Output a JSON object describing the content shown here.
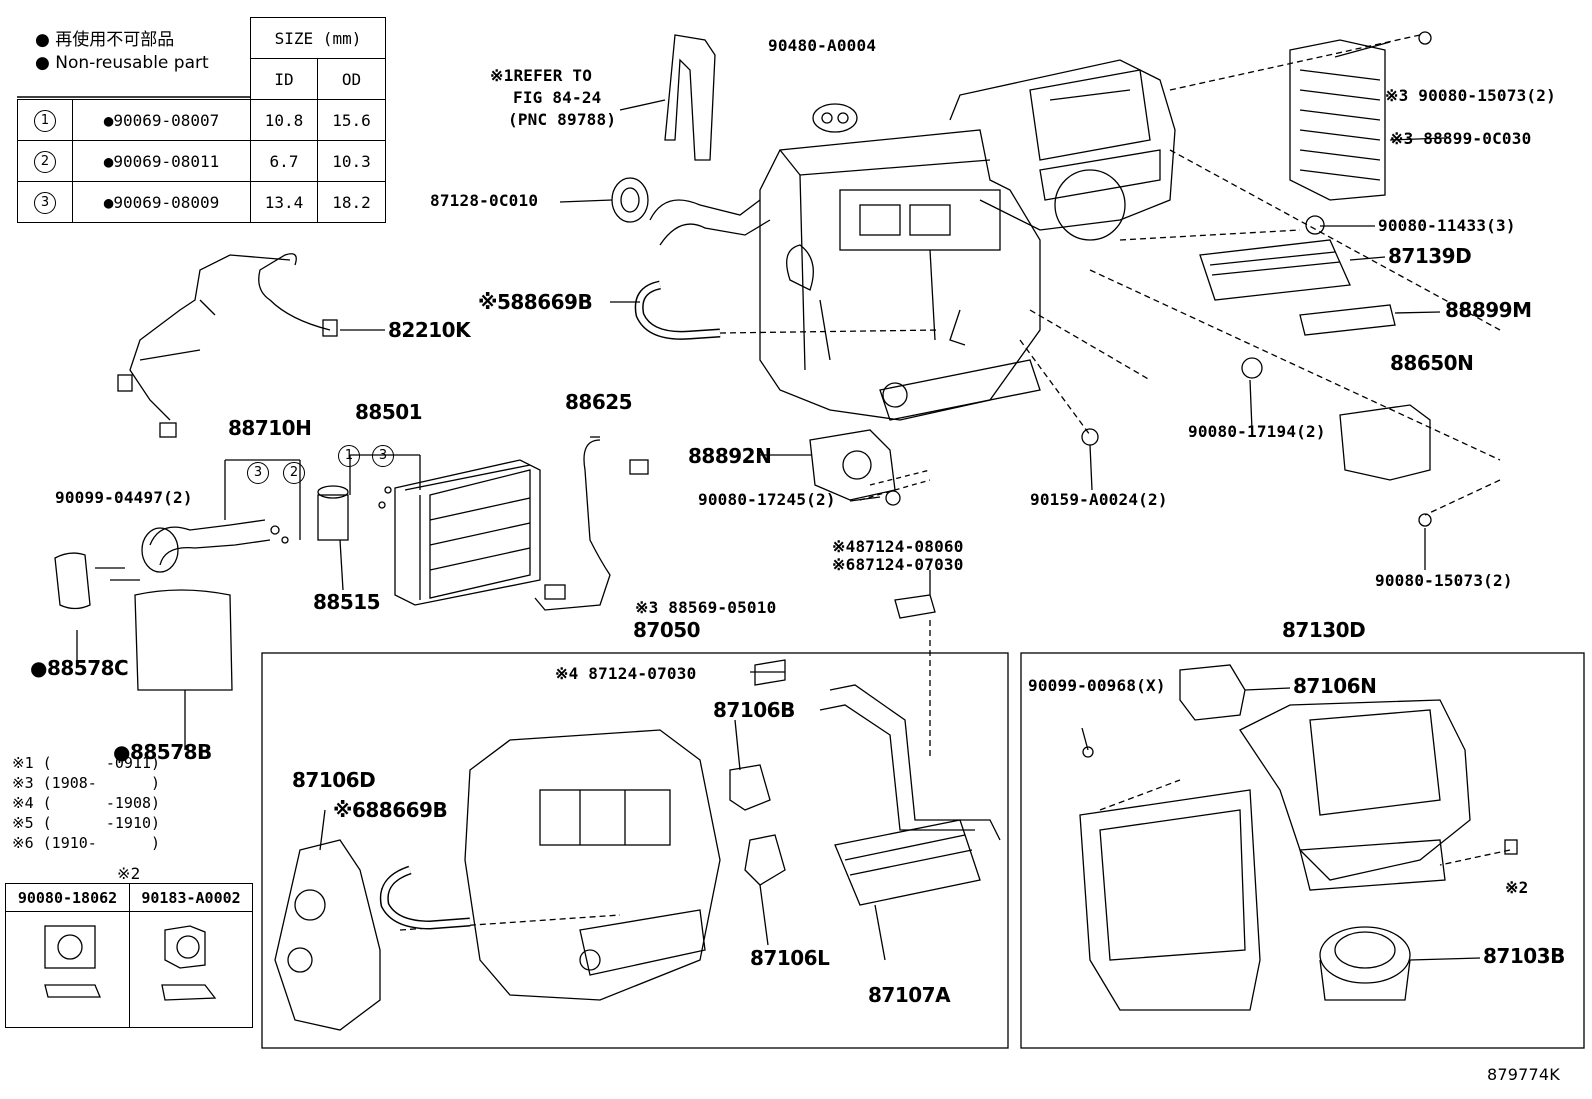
{
  "legend": {
    "japanese": "再使用不可部品",
    "english": "Non-reusable part"
  },
  "size_table": {
    "header": "SIZE (mm)",
    "col_id": "ID",
    "col_od": "OD",
    "rows": [
      {
        "mark": "1",
        "part": "●90069-08007",
        "id": "10.8",
        "od": "15.6"
      },
      {
        "mark": "2",
        "part": "●90069-08011",
        "id": "6.7",
        "od": "10.3"
      },
      {
        "mark": "3",
        "part": "●90069-08009",
        "id": "13.4",
        "od": "18.2"
      }
    ]
  },
  "labels": {
    "refer1": "※1REFER TO",
    "refer2": "FIG 84-24",
    "refer3": "(PNC 89788)",
    "p90480": "90480-A0004",
    "p87128": "87128-0C010",
    "p88669b_top": "※588669B",
    "p82210k": "82210K",
    "p88710h": "88710H",
    "p88501": "88501",
    "p88625": "88625",
    "p90099_04497": "90099-04497(2)",
    "p88515": "88515",
    "p88578c": "●88578C",
    "p88578b": "●88578B",
    "p88892n": "88892N",
    "p90080_17245": "90080-17245(2)",
    "p88569": "※3 88569-05010",
    "p87050": "87050",
    "p87124_08060": "※487124-08060",
    "p87124_07030a": "※687124-07030",
    "p87124_07030b": "※4 87124-07030",
    "p87106b": "87106B",
    "p87106d": "87106D",
    "p88669b_low": "※688669B",
    "p87106l": "87106L",
    "p87107a": "87107A",
    "p90080_15073a": "※3 90080-15073(2)",
    "p88899_0c030": "※3 88899-0C030",
    "p90080_11433": "90080-11433(3)",
    "p87139d": "87139D",
    "p88899m": "88899M",
    "p88650n": "88650N",
    "p90080_17194": "90080-17194(2)",
    "p90159": "90159-A0024(2)",
    "p90080_15073b": "90080-15073(2)",
    "p87130d": "87130D",
    "p90099_00968": "90099-00968(X)",
    "p87106n": "87106N",
    "p87103b": "87103B",
    "star2": "※2",
    "diagram_id": "879774K"
  },
  "notes": [
    "※1 (      -0911)",
    "※3 (1908-      )",
    "※4 (      -1908)",
    "※5 (      -1910)",
    "※6 (1910-      )"
  ],
  "clips": {
    "title": "※2",
    "left": "90080-18062",
    "right": "90183-A0002"
  }
}
